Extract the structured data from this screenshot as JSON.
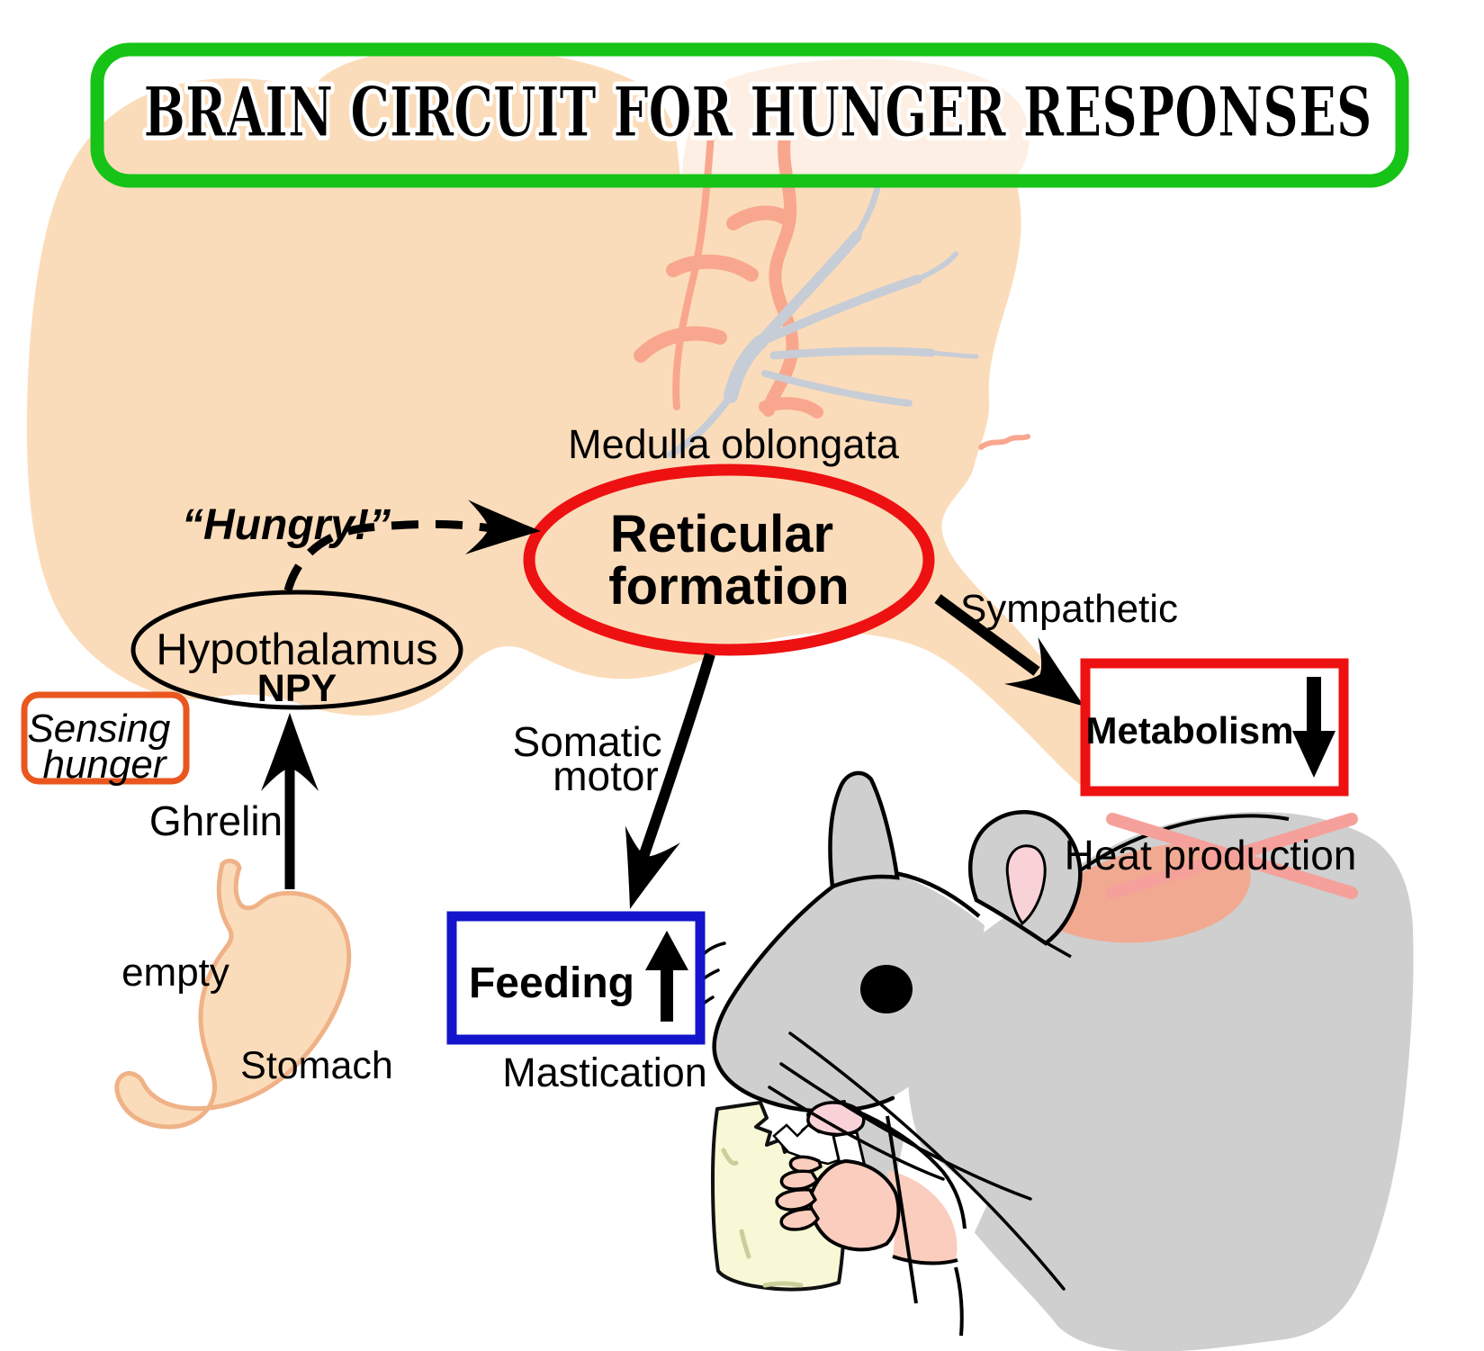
{
  "title": {
    "text": "BRAIN CIRCUIT FOR HUNGER RESPONSES"
  },
  "labels": {
    "medulla": "Medulla oblongata",
    "reticular_line1": "Reticular",
    "reticular_line2": "formation",
    "hypothalamus": "Hypothalamus",
    "npy": "NPY",
    "hungry": "“Hungry!”",
    "sensing_line1": "Sensing",
    "sensing_line2": "hunger",
    "ghrelin": "Ghrelin",
    "empty": "empty",
    "stomach": "Stomach",
    "somatic_line1": "Somatic",
    "somatic_line2": "motor",
    "feeding": "Feeding",
    "mastication": "Mastication",
    "sympathetic": "Sympathetic",
    "metabolism": "Metabolism",
    "heat_production": "Heat production"
  },
  "icons": {
    "feeding_arrow": "up-arrow-icon",
    "metabolism_arrow": "down-arrow-icon",
    "heat_cross": "crossed-out-icon"
  },
  "colors": {
    "title_navy": "#2B2BB0",
    "box_green": "#16C316",
    "circuit_red": "#EE1111",
    "feeding_blue": "#1414CC",
    "sensing_orange": "#E9571E",
    "npy_green": "#1E8C3C",
    "cross_pink": "#F5A09A",
    "brain_peach": "#FBDCBA",
    "brain_salmon": "#F8A78E",
    "brain_gray": "#C7CDD6",
    "hamster_gray": "#CFCFCF",
    "patch_salmon": "#F2A992",
    "cheese_yellow": "#F8F8D6",
    "stomach_outline": "#EFB286",
    "ear_pink": "#F9D2D8",
    "hand_pink": "#FACDBE",
    "text_black": "#000000"
  }
}
